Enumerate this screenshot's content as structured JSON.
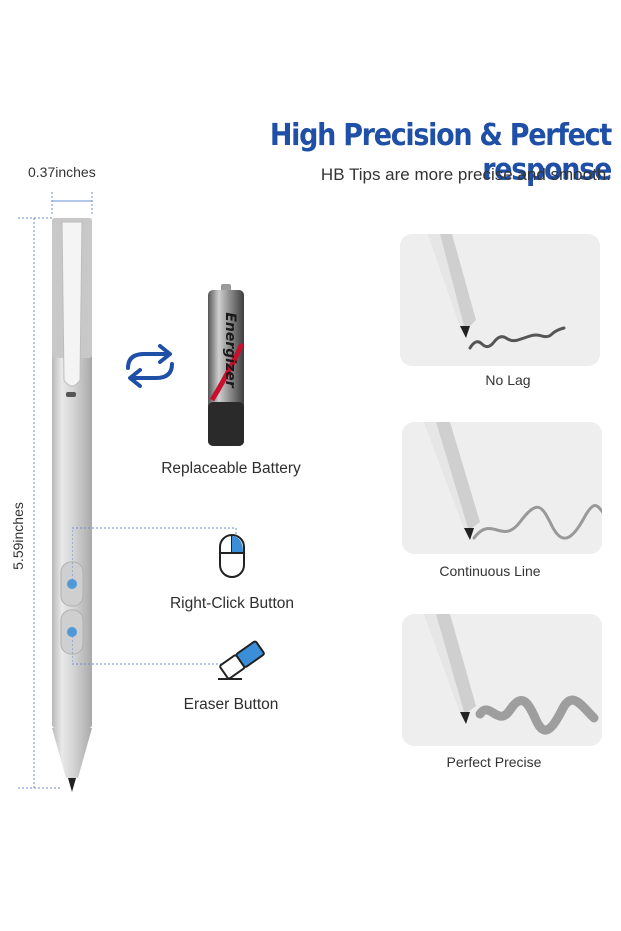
{
  "header": {
    "title": "High Precision & Perfect response",
    "subtitle": "HB Tips are more precise and smooth."
  },
  "dimensions": {
    "width": "0.37inches",
    "length": "5.59inches"
  },
  "features": {
    "battery": {
      "label": "Replaceable Battery",
      "brand_text": "Energizer"
    },
    "right_click": {
      "label": "Right-Click Button"
    },
    "eraser": {
      "label": "Eraser Button"
    }
  },
  "samples": [
    {
      "label": "No Lag",
      "icon": "pen-tip-short-stroke"
    },
    {
      "label": "Continuous Line",
      "icon": "pen-tip-wavy-line"
    },
    {
      "label": "Perfect Precise",
      "icon": "pen-tip-bold-stroke"
    }
  ],
  "colors": {
    "accent_blue": "#1f4fa6",
    "dimension_line": "#6b8ed6",
    "pen_silver": "#d4d4d4",
    "card_bg": "#eeeeef"
  }
}
